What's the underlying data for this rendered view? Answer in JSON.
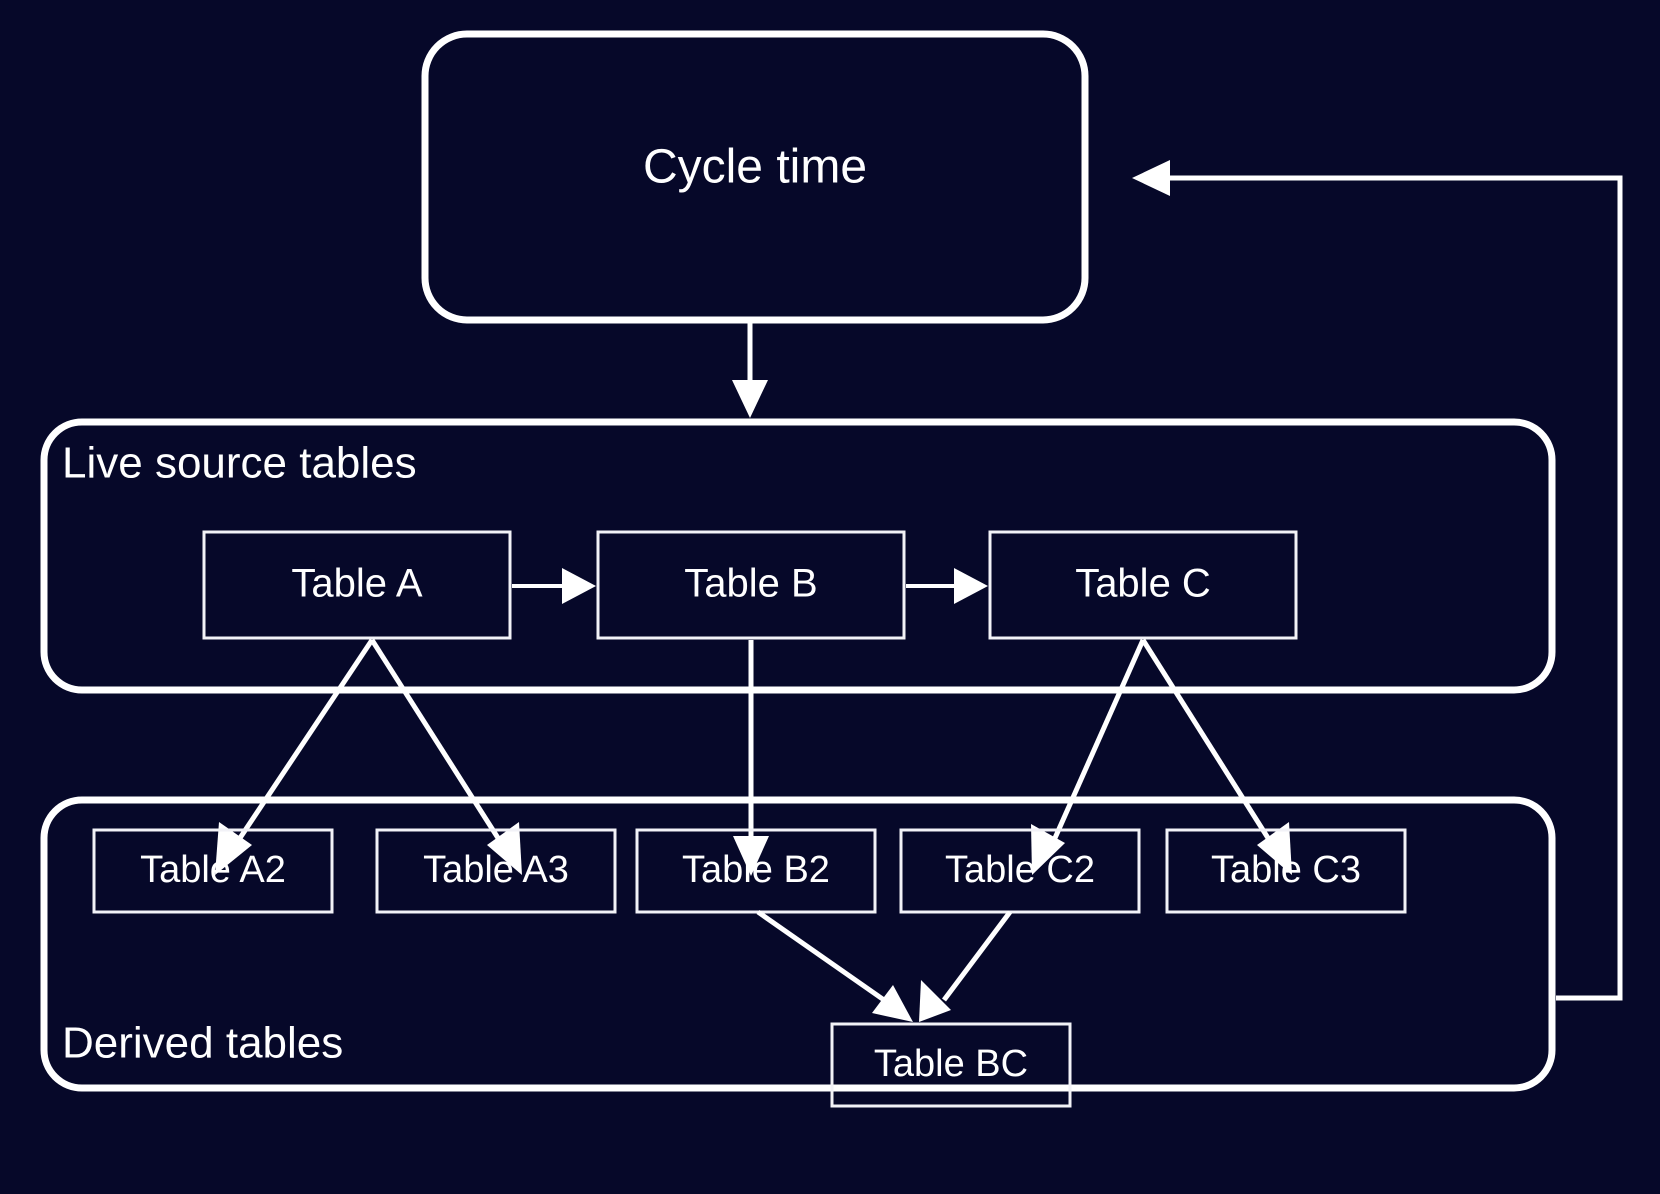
{
  "diagram": {
    "title_node": {
      "label": "Cycle time"
    },
    "groups": [
      {
        "id": "live",
        "label": "Live source tables"
      },
      {
        "id": "derived",
        "label": "Derived tables"
      }
    ],
    "source_tables": [
      {
        "id": "a",
        "label": "Table A"
      },
      {
        "id": "b",
        "label": "Table B"
      },
      {
        "id": "c",
        "label": "Table C"
      }
    ],
    "derived_tables": [
      {
        "id": "a2",
        "label": "Table A2"
      },
      {
        "id": "a3",
        "label": "Table A3"
      },
      {
        "id": "b2",
        "label": "Table B2"
      },
      {
        "id": "c2",
        "label": "Table C2"
      },
      {
        "id": "c3",
        "label": "Table C3"
      }
    ],
    "joined_table": {
      "id": "bc",
      "label": "Table BC"
    },
    "edges": [
      {
        "from": "cycle-time",
        "to": "live-source-tables"
      },
      {
        "from": "a",
        "to": "b"
      },
      {
        "from": "b",
        "to": "c"
      },
      {
        "from": "a",
        "to": "a2"
      },
      {
        "from": "a",
        "to": "a3"
      },
      {
        "from": "b",
        "to": "b2"
      },
      {
        "from": "c",
        "to": "c2"
      },
      {
        "from": "c",
        "to": "c3"
      },
      {
        "from": "b2",
        "to": "bc"
      },
      {
        "from": "c2",
        "to": "bc"
      },
      {
        "from": "derived-tables",
        "to": "cycle-time"
      }
    ],
    "colors": {
      "background": "#060829",
      "stroke": "#ffffff",
      "text": "#ffffff",
      "node_stroke": "#f2f2f7"
    }
  }
}
